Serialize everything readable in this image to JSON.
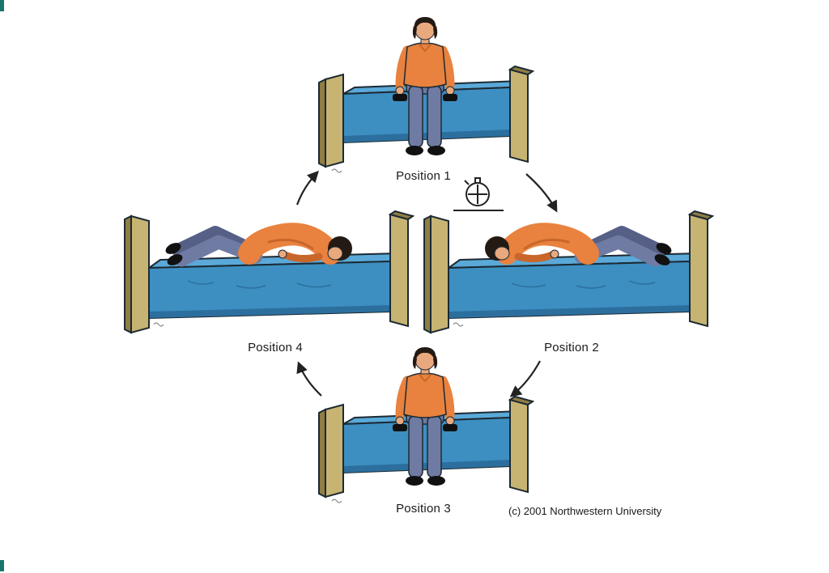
{
  "figure": {
    "copyright": "(c) 2001 Northwestern University"
  },
  "positions": [
    {
      "label": "Position 1",
      "pose": "sitting-upright-on-edge-of-bed"
    },
    {
      "label": "Position 2",
      "pose": "lying-on-side-head-toward-center"
    },
    {
      "label": "Position 3",
      "pose": "sitting-upright-on-edge-of-bed"
    },
    {
      "label": "Position 4",
      "pose": "lying-on-opposite-side-head-toward-center"
    }
  ],
  "icons": {
    "center": "stopwatch-icon",
    "flow": [
      "arrow-pos1-to-pos2",
      "arrow-pos2-to-pos3",
      "arrow-pos3-to-pos4",
      "arrow-pos4-to-pos1"
    ]
  },
  "colors": {
    "background": "#ffffff",
    "mattress": "#3d8fc2",
    "mattress_top": "#5aa9d8",
    "mattress_shadow": "#2c6f9e",
    "frame": "#c7b473",
    "frame_side": "#8f7d42",
    "outline": "#1c2a33",
    "shirt": "#e8823e",
    "shirt_shade": "#c9662a",
    "pants": "#6f7ba3",
    "pants_shade": "#565f85",
    "skin": "#e9a97e",
    "hair": "#241a14",
    "shoe": "#111111",
    "label_text": "#1a1a1a",
    "arrow": "#222222"
  }
}
